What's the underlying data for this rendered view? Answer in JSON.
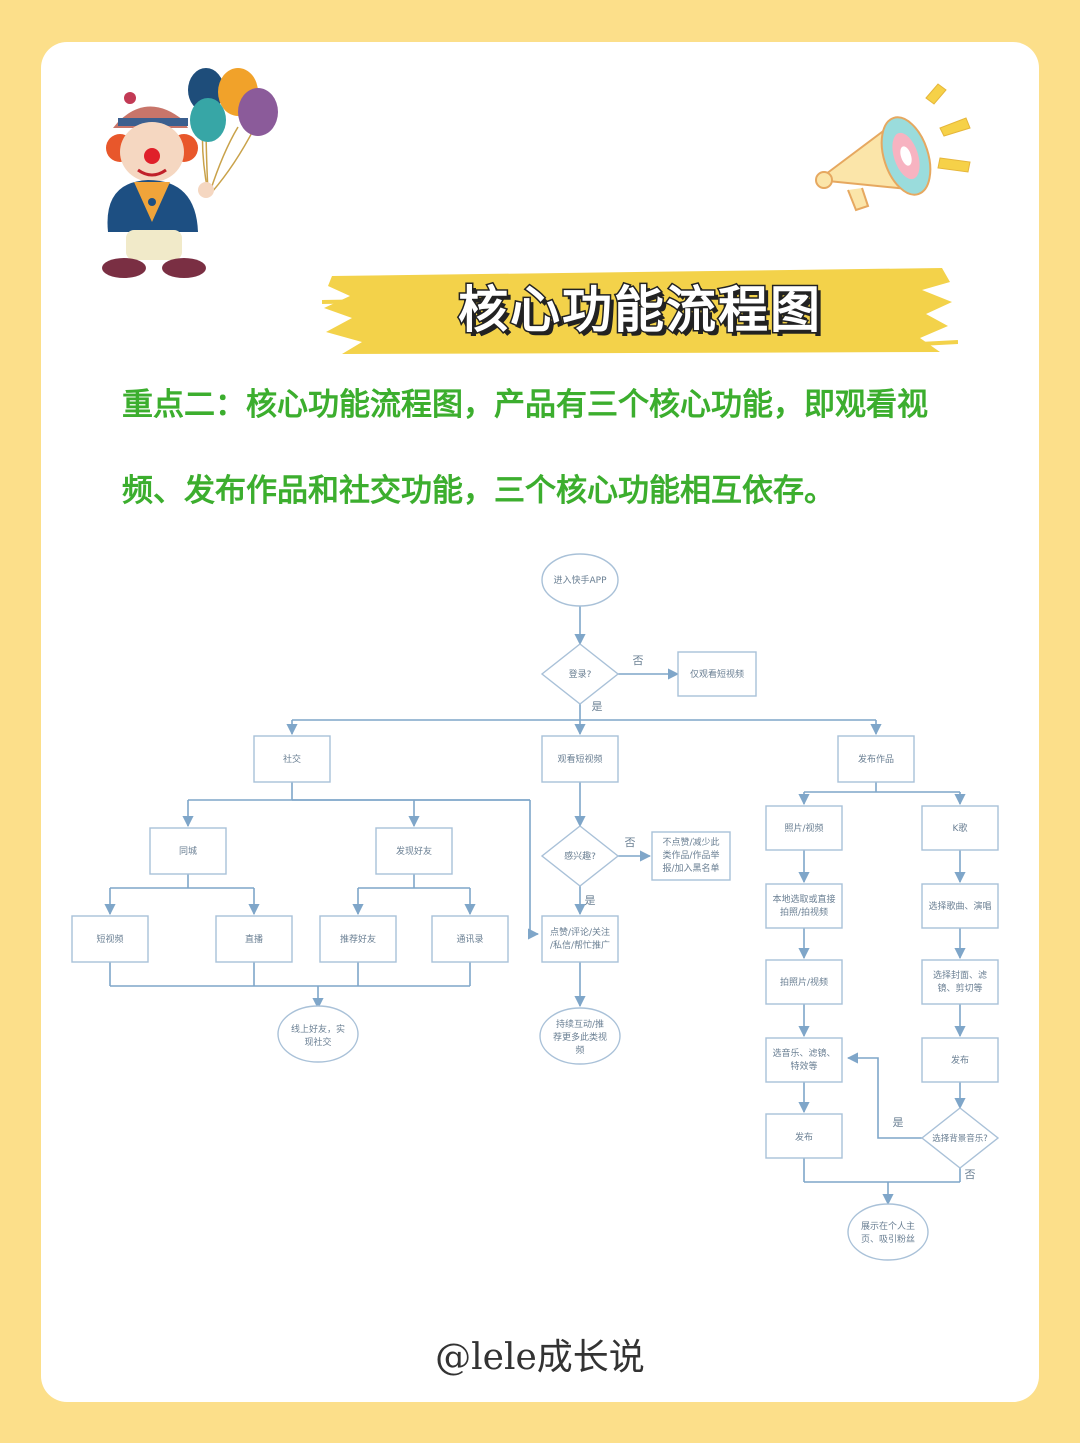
{
  "banner_title": "核心功能流程图",
  "intro_text": "重点二：核心功能流程图，产品有三个核心功能，即观看视频、发布作品和社交功能，三个核心功能相互依存。",
  "footer_handle": "@lele成长说",
  "colors": {
    "page_bg": "#fcdf8a",
    "card_bg": "#ffffff",
    "intro_text": "#3cae2e",
    "banner_stroke": "#f3d24a",
    "flow_line": "#7fa6c9"
  },
  "decorations": [
    "clown-with-balloons-icon",
    "megaphone-icon"
  ],
  "flow": {
    "start": "进入快手APP",
    "login_q": "登录?",
    "no_1": "否",
    "view_only": "仅观看短视频",
    "yes_1": "是",
    "social": "社交",
    "watch": "观看短视频",
    "publish": "发布作品",
    "local": "同城",
    "find_friends": "发现好友",
    "short_video": "短视频",
    "live": "直播",
    "recommend_friends": "推荐好友",
    "contacts": "通讯录",
    "offline": [
      "线上好友，实",
      "现社交"
    ],
    "interested_q": "感兴趣?",
    "no_2": "否",
    "dislike": [
      "不点赞/减少此",
      "类作品/作品举",
      "报/加入黑名单"
    ],
    "yes_2": "是",
    "interact": [
      "点赞/评论/关注",
      "/私信/帮忙推广"
    ],
    "keep_recommend": [
      "持续互动/推",
      "荐更多此类视",
      "频"
    ],
    "photo_video": "照片/视频",
    "karaoke": "K歌",
    "local_select": [
      "本地选取或直接",
      "拍照/拍视频"
    ],
    "choose_song": "选择歌曲、演唱",
    "shoot": "拍照片/视频",
    "cover_filter": [
      "选择封面、滤",
      "镜、剪切等"
    ],
    "music_effects": [
      "选音乐、滤镜、",
      "特效等"
    ],
    "publish_k": "发布",
    "publish_p": "发布",
    "bgm_q": "选择背景音乐?",
    "yes_3": "是",
    "no_3": "否",
    "profile": [
      "展示在个人主",
      "页、吸引粉丝"
    ]
  }
}
